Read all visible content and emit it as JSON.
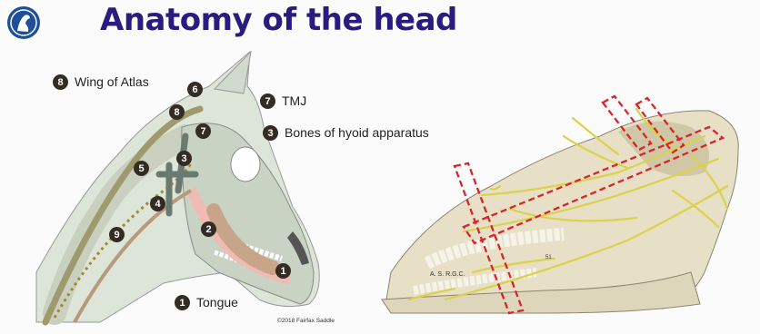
{
  "title": "Anatomy of the head",
  "legend": [
    {
      "num": "8",
      "text": "Wing of Atlas"
    },
    {
      "num": "7",
      "text": "TMJ"
    },
    {
      "num": "3",
      "text": "Bones of hyoid apparatus"
    },
    {
      "num": "1",
      "text": "Tongue"
    }
  ],
  "markers": [
    "6",
    "8",
    "7",
    "5",
    "3",
    "4",
    "2",
    "9",
    "1"
  ],
  "copyright": "©2018 Fairfax Saddle",
  "skull_labels": {
    "main": "A. S. R.G.C.",
    "lower": "51"
  },
  "colors": {
    "title": "#2a1c7f",
    "marker_bg": "#332c24",
    "nerve": "#d9d24a",
    "dashed_box": "#d8242a",
    "logo": "#1d4f9c"
  }
}
